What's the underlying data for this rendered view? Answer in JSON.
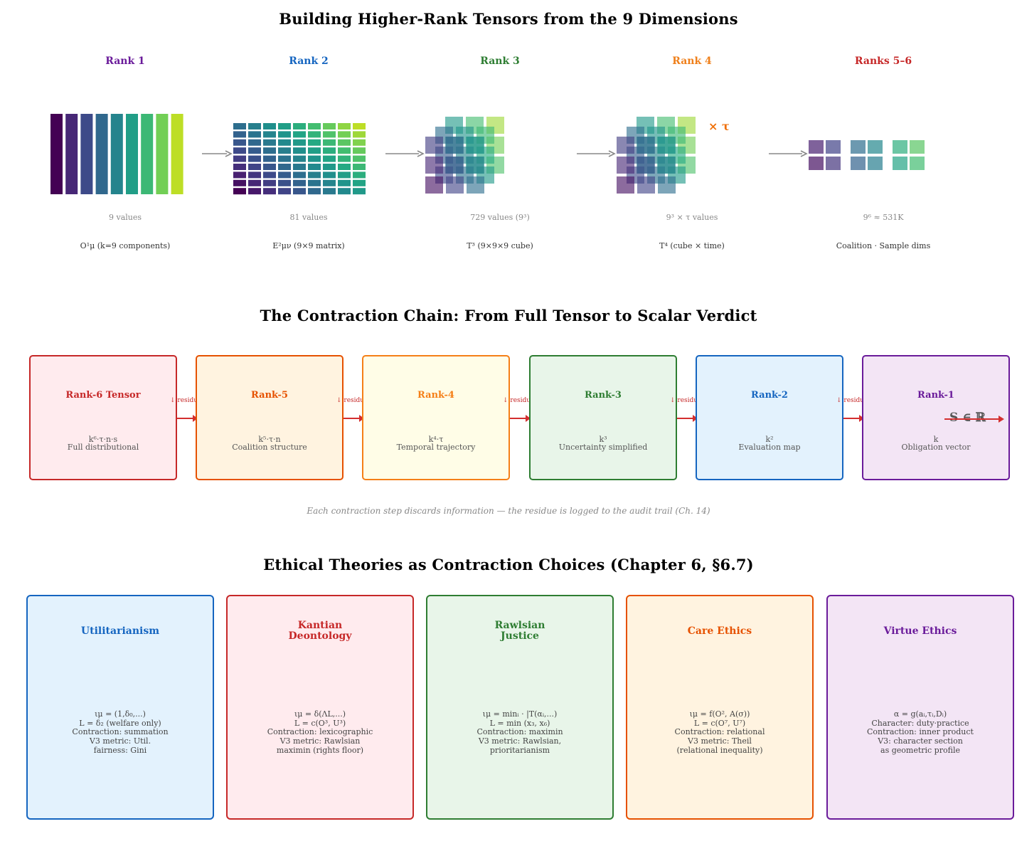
{
  "colors": {
    "arrow_gray": "#888888",
    "chain_arrow": "#d32f2f",
    "rank1": "#6a1b9a",
    "rank2": "#1565c0",
    "rank3": "#2e7d32",
    "rank4": "#f57f17",
    "rank56": "#c62828",
    "tau": "#ef6c00"
  },
  "section1": {
    "title": "Building Higher-Rank Tensors from the 9 Dimensions",
    "ranks": [
      {
        "label": "Rank 1",
        "count": "9 values",
        "desc": "O¹μ (k=9 components)",
        "color": "#6a1b9a"
      },
      {
        "label": "Rank 2",
        "count": "81 values",
        "desc": "E²μν (9×9 matrix)",
        "color": "#1565c0"
      },
      {
        "label": "Rank 3",
        "count": "729 values (9³)",
        "desc": "T³ (9×9×9 cube)",
        "color": "#2e7d32"
      },
      {
        "label": "Rank 4",
        "count": "9³ × τ values",
        "desc": "T⁴ (cube × time)",
        "color": "#ef7f1a"
      },
      {
        "label": "Ranks 5–6",
        "count": "9⁶ ≈ 531K",
        "desc": "Coalition · Sample dims",
        "color": "#c62828"
      }
    ],
    "tau_label": "× τ"
  },
  "section2": {
    "title": "The Contraction Chain: From Full Tensor to Scalar Verdict",
    "residue_label": "↓ residue",
    "boxes": [
      {
        "title": "Rank-6 Tensor",
        "line1": "k⁶·τ·n·s",
        "line2": "Full distributional",
        "border": "#c62828",
        "fill": "#ffebee",
        "text": "#c62828"
      },
      {
        "title": "Rank-5",
        "line1": "k⁵·τ·n",
        "line2": "Coalition structure",
        "border": "#e65100",
        "fill": "#fff3e0",
        "text": "#e65100"
      },
      {
        "title": "Rank-4",
        "line1": "k⁴·τ",
        "line2": "Temporal trajectory",
        "border": "#f57f17",
        "fill": "#fffde7",
        "text": "#f57f17"
      },
      {
        "title": "Rank-3",
        "line1": "k³",
        "line2": "Uncertainty simplified",
        "border": "#2e7d32",
        "fill": "#e8f5e9",
        "text": "#2e7d32"
      },
      {
        "title": "Rank-2",
        "line1": "k²",
        "line2": "Evaluation map",
        "border": "#1565c0",
        "fill": "#e3f2fd",
        "text": "#1565c0"
      },
      {
        "title": "Rank-1",
        "line1": "k",
        "line2": "Obligation vector",
        "border": "#6a1b9a",
        "fill": "#f3e5f5",
        "text": "#6a1b9a"
      }
    ],
    "final_output": "S ∈ ℝ",
    "caption": "Each contraction step discards information — the residue is logged to the audit trail (Ch. 14)"
  },
  "section3": {
    "title": "Ethical Theories as Contraction Choices (Chapter 6, §6.7)",
    "theories": [
      {
        "title": "Utilitarianism",
        "lines": [
          "ιμ = (1,δ₀,...)",
          "L = δ₂ (welfare only)",
          "Contraction: summation",
          "V3 metric: Util.",
          "fairness: Gini"
        ],
        "border": "#1565c0",
        "fill": "#e3f2fd",
        "text": "#1565c0"
      },
      {
        "title": "Kantian\nDeontology",
        "lines": [
          "ιμ = δ(ΛL,...)",
          "L = c(O³, U³)",
          "Contraction: lexicographic",
          "V3 metric: Rawlsian",
          "maximin (rights floor)"
        ],
        "border": "#c62828",
        "fill": "#ffebee",
        "text": "#c62828"
      },
      {
        "title": "Rawlsian\nJustice",
        "lines": [
          "ιμ = minᵢ · |T(αᵢ,...)",
          "L = min (x₃, x₆)",
          "Contraction: maximin",
          "V3 metric: Rawlsian,",
          "prioritarianism"
        ],
        "border": "#2e7d32",
        "fill": "#e8f5e9",
        "text": "#2e7d32"
      },
      {
        "title": "Care Ethics",
        "lines": [
          "ιμ = f(O², A(σ))",
          "L = c(O⁷, U⁷)",
          "Contraction: relational",
          "V3 metric: Theil",
          "(relational inequality)"
        ],
        "border": "#e65100",
        "fill": "#fff3e0",
        "text": "#e65100"
      },
      {
        "title": "Virtue Ethics",
        "lines": [
          "α = g(aᵢ,τᵢ,Dᵢ)",
          "Character: duty·practice",
          "Contraction: inner product",
          "V3: character section",
          "as geometric profile"
        ],
        "border": "#6a1b9a",
        "fill": "#f3e5f5",
        "text": "#6a1b9a"
      }
    ]
  }
}
